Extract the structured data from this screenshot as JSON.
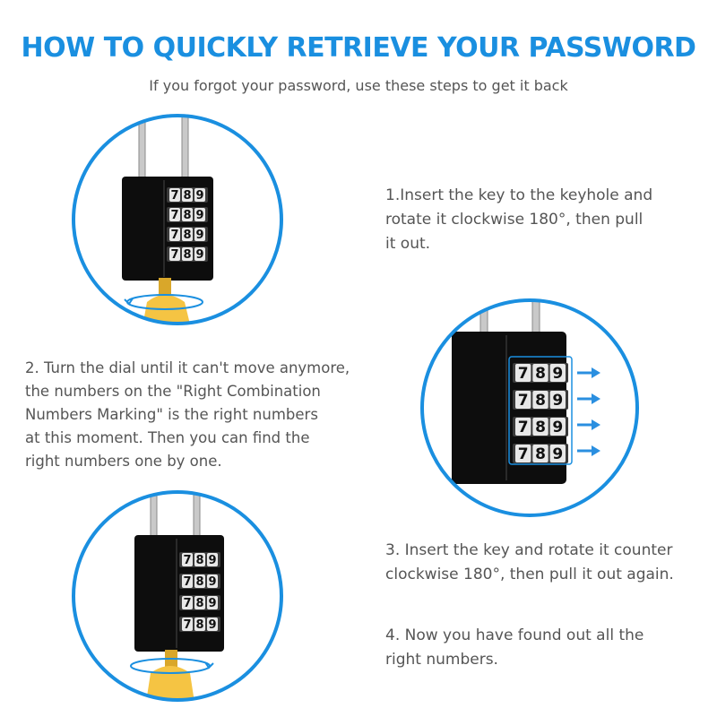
{
  "header": {
    "title": "HOW TO QUICKLY RETRIEVE YOUR PASSWORD",
    "subtitle": "If you forgot your password, use these steps to get it back"
  },
  "steps": [
    {
      "lines": [
        "1.Insert the key to the keyhole and",
        "rotate it clockwise 180°, then pull",
        "it out."
      ]
    },
    {
      "lines": [
        "2. Turn the dial until it can't move anymore,",
        "the numbers on the \"Right Combination",
        "Numbers Marking\" is the right numbers",
        "at this moment. Then you can find the",
        "right numbers one by one."
      ]
    },
    {
      "lines": [
        "3. Insert the key and rotate it counter",
        "clockwise 180°, then pull it out again."
      ]
    },
    {
      "lines": [
        "4. Now you have found out all the",
        "right numbers."
      ]
    }
  ],
  "dial_digits": [
    "7",
    "8",
    "9"
  ],
  "colors": {
    "accent": "#1a8fe0",
    "text": "#555555",
    "lock_body": "#0d0d0d",
    "key": "#f5c443"
  },
  "icons": [
    "padlock-icon",
    "key-icon",
    "rotate-arrow-icon",
    "right-arrow-icon"
  ]
}
